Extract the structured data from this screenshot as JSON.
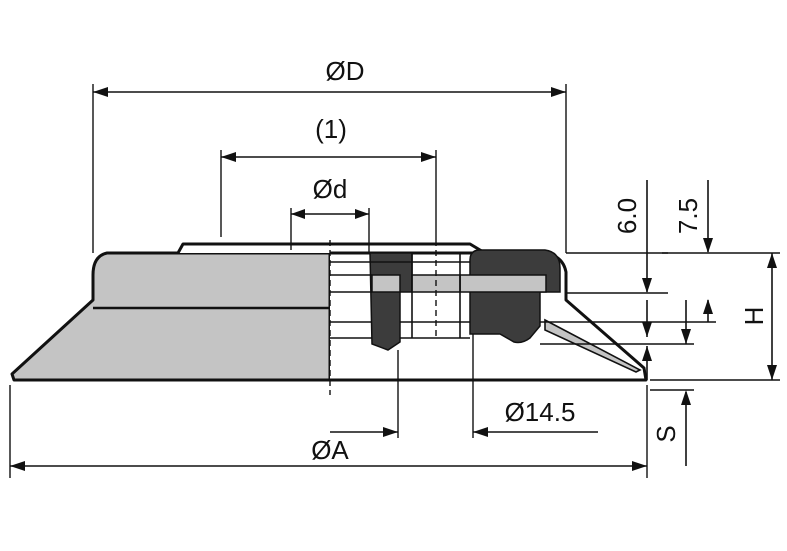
{
  "dimensions": {
    "od_d": "ØD",
    "ref_1": "(1)",
    "od_small_d": "Ød",
    "od_a": "ØA",
    "od_14_5": "Ø14.5",
    "h": "H",
    "s": "S",
    "v_6_0": "6.0",
    "v_7_5": "7.5"
  },
  "colors": {
    "bellows_gray": "#c4c4c4",
    "insert_dark": "#3c3c3c",
    "line": "#111111"
  }
}
